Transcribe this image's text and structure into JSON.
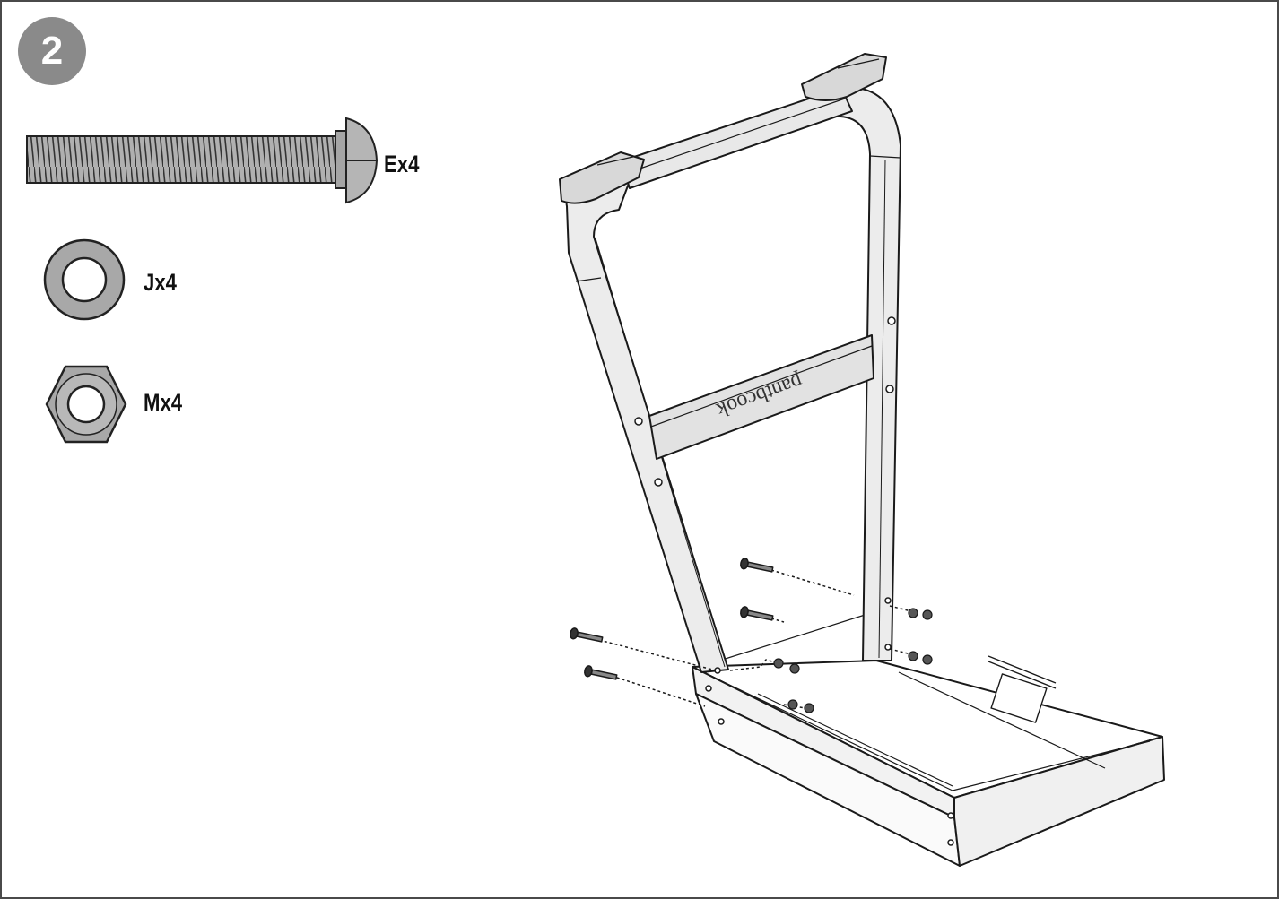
{
  "step": {
    "number": "2",
    "badge_color": "#8a8a8a"
  },
  "parts": [
    {
      "label": "Ex4",
      "icon": "bolt-icon"
    },
    {
      "label": "Jx4",
      "icon": "washer-icon"
    },
    {
      "label": "Mx4",
      "icon": "hex-nut-icon"
    }
  ],
  "assembly": {
    "crossbar_logo": "pantbcook"
  },
  "colors": {
    "line": "#1a1a1a",
    "part_fill": "#b8b8b8",
    "frame_fill": "#ececec"
  }
}
